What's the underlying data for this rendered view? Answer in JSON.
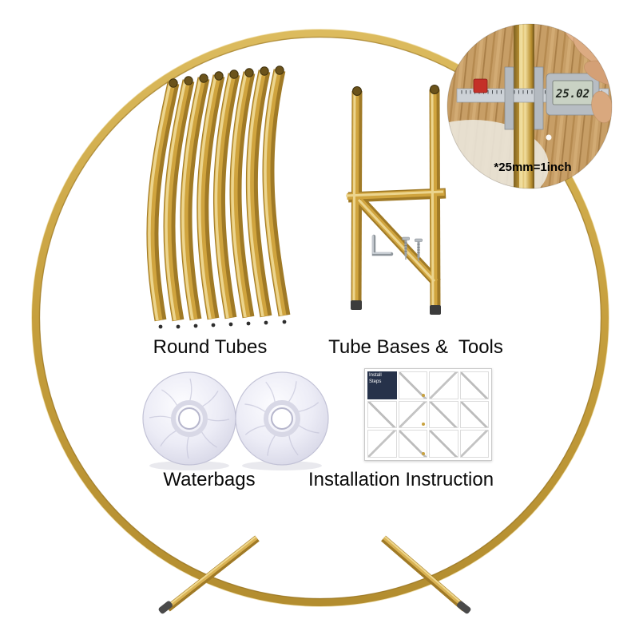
{
  "palette": {
    "gold": "#c69f3d",
    "gold_dark": "#8a6a22",
    "gold_light": "#f0db97",
    "waterbag": "#ececf6",
    "wood": "#c79e66",
    "caliper_red": "#c43028",
    "lcd": "#c9d2c4",
    "text": "#0a0a0a"
  },
  "labels": {
    "round_tubes": "Round Tubes",
    "tube_bases_tools": "Tube Bases &  Tools",
    "waterbags": "Waterbags",
    "installation_instruction": "Installation Instruction"
  },
  "inset": {
    "note": "*25mm=1inch",
    "caliper_reading": "25.02"
  },
  "instruction_sheet": {
    "title": "Install Steps"
  }
}
